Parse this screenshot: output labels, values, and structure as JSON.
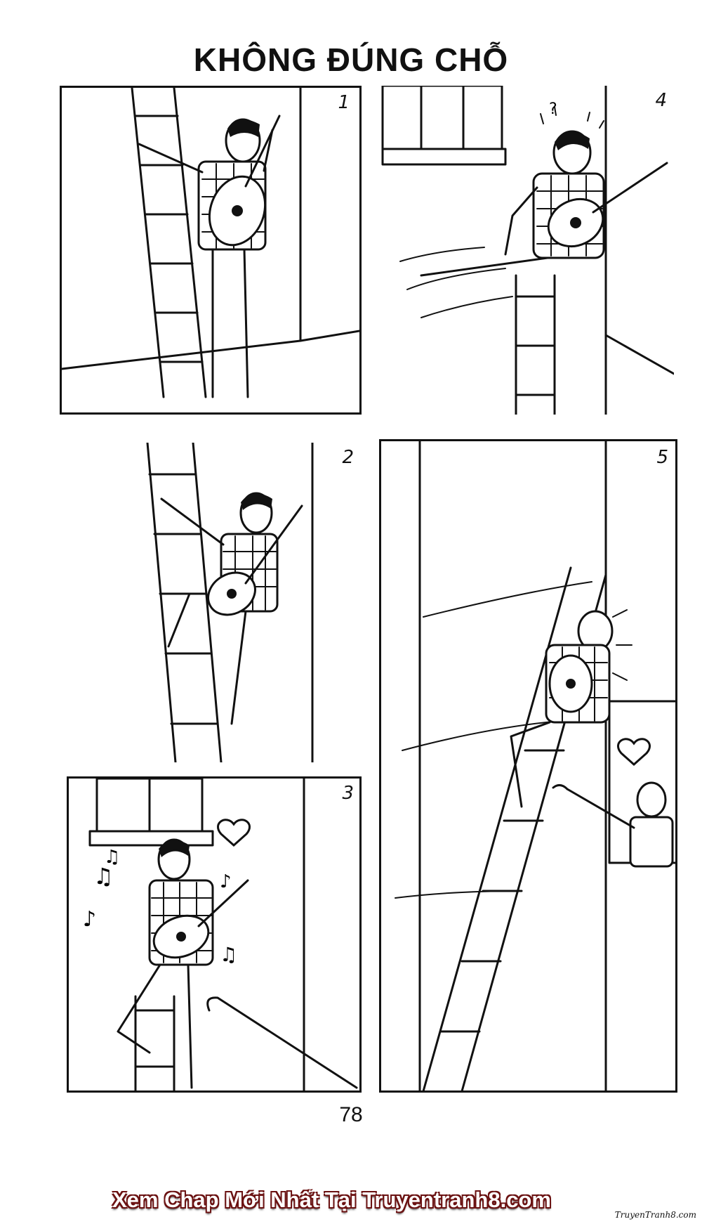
{
  "title": "KHÔNG ĐÚNG CHỖ",
  "panels": [
    {
      "number": "1"
    },
    {
      "number": "2"
    },
    {
      "number": "3"
    },
    {
      "number": "4"
    },
    {
      "number": "5"
    }
  ],
  "page_number": "78",
  "watermark": "Xem Chap Mới Nhất Tại Truyentranh8.com",
  "site_badge": "TruyenTranh8.com",
  "icons": [
    "ladder-icon",
    "guitar-icon",
    "music-note-icon",
    "heart-icon",
    "cane-icon"
  ]
}
